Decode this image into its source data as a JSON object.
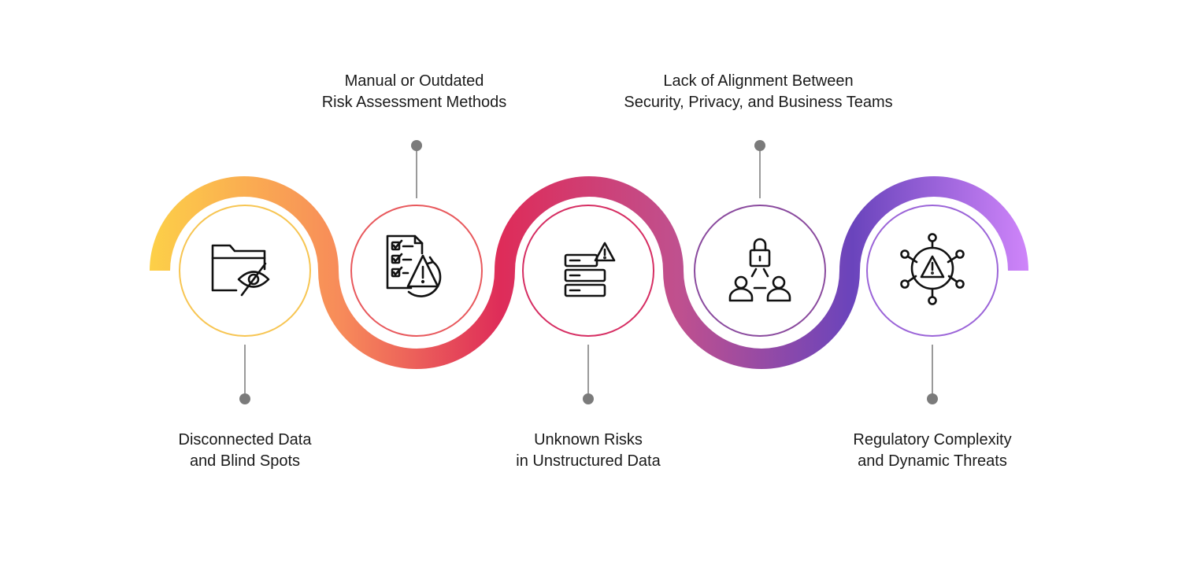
{
  "items": [
    {
      "id": "disconnected-data",
      "lines": [
        "Disconnected Data",
        "and Blind Spots"
      ],
      "icon": "folder-hidden-icon",
      "ring_color": "#F7C552"
    },
    {
      "id": "manual-risk",
      "lines": [
        "Manual or Outdated",
        "Risk Assessment Methods"
      ],
      "icon": "checklist-warning-icon",
      "ring_color": "#E8585C"
    },
    {
      "id": "unknown-risks",
      "lines": [
        "Unknown Risks",
        "in Unstructured Data"
      ],
      "icon": "server-warning-icon",
      "ring_color": "#D62D62"
    },
    {
      "id": "lack-alignment",
      "lines": [
        "Lack of Alignment Between",
        "Security, Privacy, and Business Teams"
      ],
      "icon": "lock-team-icon",
      "ring_color": "#8A4A9E"
    },
    {
      "id": "regulatory",
      "lines": [
        "Regulatory Complexity",
        "and Dynamic Threats"
      ],
      "icon": "threat-network-icon",
      "ring_color": "#9B64D8"
    }
  ],
  "colors": {
    "gradient_start": "#FDD048",
    "gradient_orange": "#F78A5A",
    "gradient_red": "#DE2C59",
    "gradient_magenta": "#C0508E",
    "gradient_purple": "#6A44BC",
    "gradient_end": "#CF85FA",
    "connector": "#9a9a9a",
    "icon": "#111111"
  }
}
